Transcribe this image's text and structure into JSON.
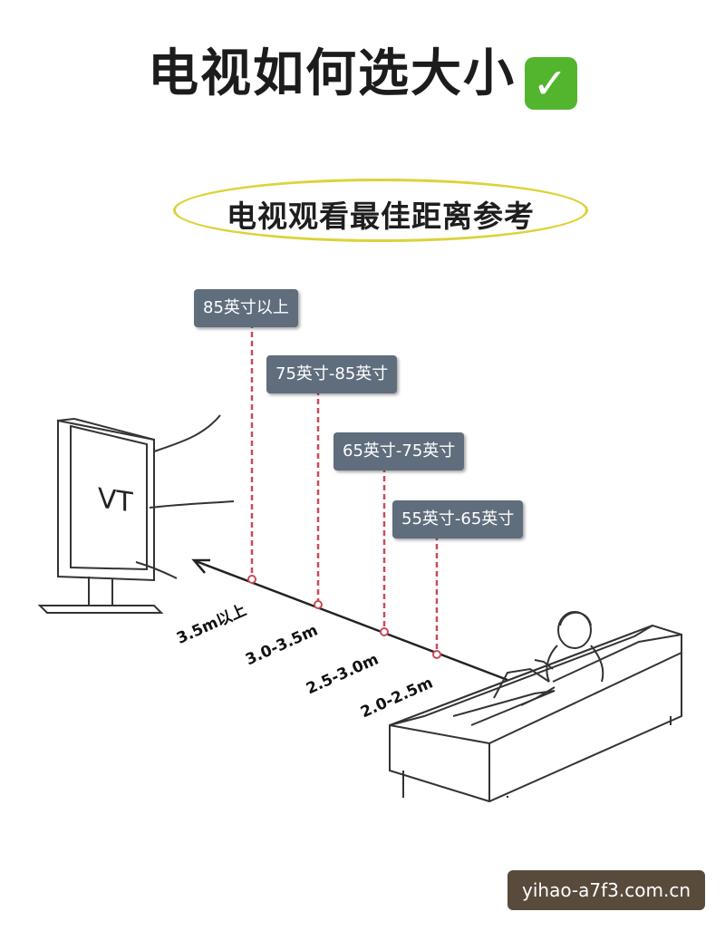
{
  "header": {
    "title": "电视如何选大小"
  },
  "subtitle": "电视观看最佳距离参考",
  "tv": {
    "screen_text": "VT"
  },
  "size_labels": [
    "85英寸以上",
    "75英寸-85英寸",
    "65英寸-75英寸",
    "55英寸-65英寸"
  ],
  "distance_labels": [
    "3.5m以上",
    "3.0-3.5m",
    "2.5-3.0m",
    "2.0-2.5m"
  ],
  "watermark": "yihao-a7f3.com.cn",
  "colors": {
    "label_bg": "#5f6d7d",
    "dashed_line": "#c94a5a",
    "oval_border": "#ddd23a",
    "check_bg": "#53b52e"
  }
}
